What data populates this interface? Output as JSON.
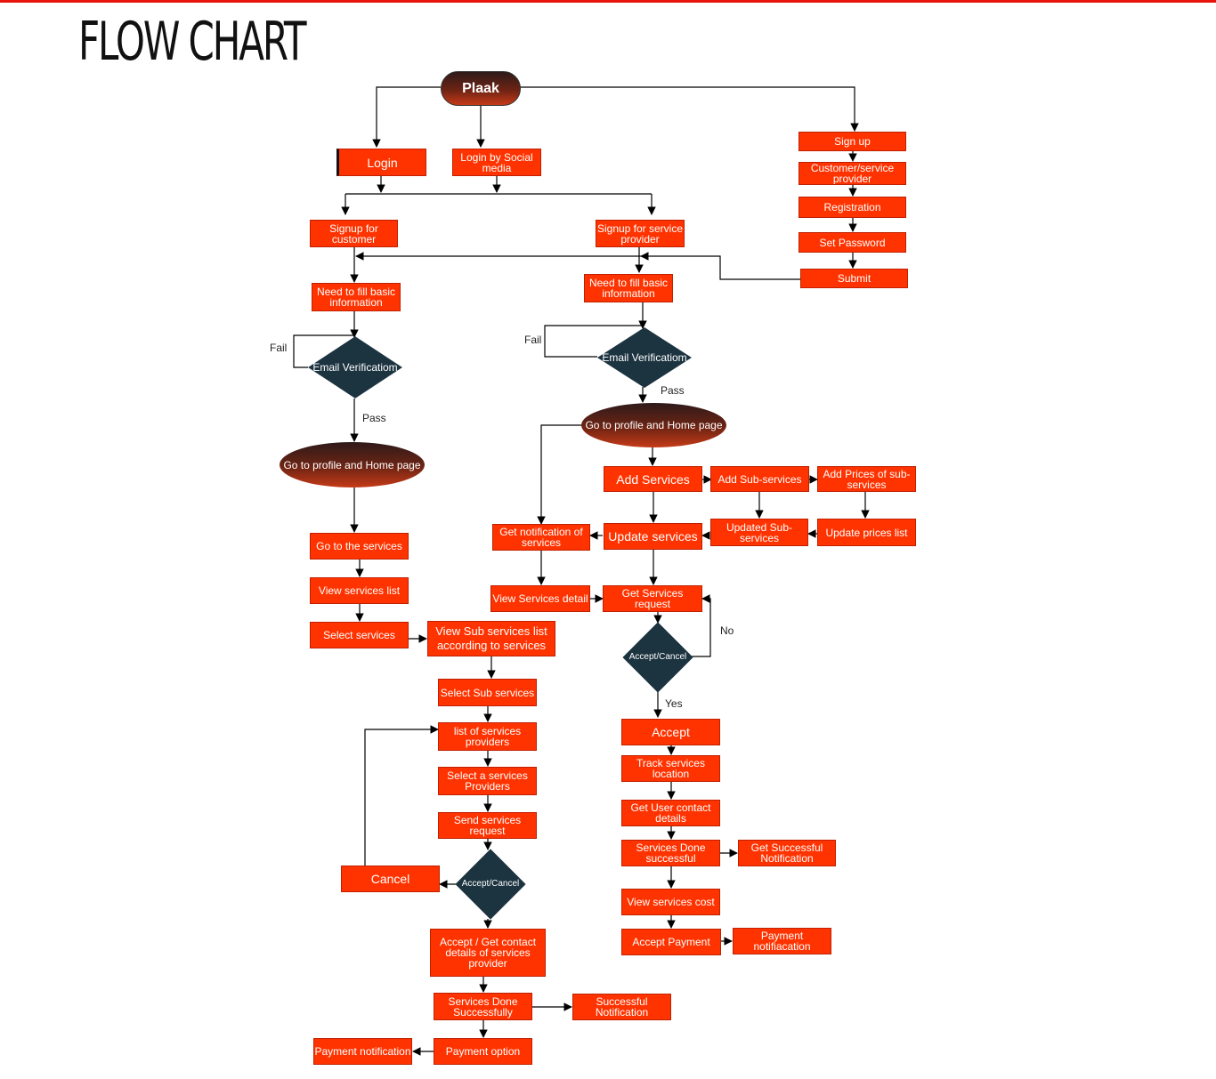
{
  "title": "FLOW CHART",
  "nodes": {
    "plaak": "Plaak",
    "login": "Login",
    "login_social": "Login by Social media",
    "sign_up": "Sign up",
    "customer_provider": "Customer/service provider",
    "registration": "Registration",
    "set_password": "Set Password",
    "submit": "Submit",
    "signup_customer": "Signup for customer",
    "signup_provider": "Signup for service provider",
    "basic_info_customer": "Need to fill basic information",
    "basic_info_provider": "Need to fill basic information",
    "email_verif_customer": "Email Verificatiom",
    "email_verif_provider": "Email Verificatiom",
    "home_customer": "Go to profile and Home page",
    "home_provider": "Go to profile and Home page",
    "go_services": "Go to the services",
    "view_services_list": "View services list",
    "select_services": "Select services",
    "view_sub_list": "View Sub services list according to services",
    "select_sub": "Select Sub services",
    "list_providers": "list of services providers",
    "select_provider": "Select a services Providers",
    "send_request": "Send services request",
    "accept_cancel_customer": "Accept/Cancel",
    "cancel": "Cancel",
    "accept_contact": "Accept / Get contact details of services provider",
    "done_customer": "Services Done Successfully",
    "successful_notification": "Successful Notification",
    "payment_option": "Payment option",
    "payment_notification_customer": "Payment notification",
    "add_services": "Add Services",
    "add_sub_services": "Add Sub-services",
    "add_prices": "Add Prices of sub-services",
    "update_services": "Update services",
    "updated_sub": "Updated Sub-services",
    "update_prices": "Update prices list",
    "get_notification": "Get notification of services",
    "view_services_detail": "View Services detail",
    "get_request": "Get Services request",
    "accept_cancel_provider": "Accept/Cancel",
    "accept": "Accept",
    "track_location": "Track services location",
    "get_user_contact": "Get User contact details",
    "done_provider": "Services Done successful",
    "get_successful_notification": "Get Successful Notification",
    "view_cost": "View services cost",
    "accept_payment": "Accept Payment",
    "payment_notification_provider": "Payment notifiacation"
  },
  "edge_labels": {
    "fail_customer": "Fail",
    "pass_customer": "Pass",
    "fail_provider": "Fail",
    "pass_provider": "Pass",
    "no": "No",
    "yes": "Yes"
  },
  "colors": {
    "box_fill": "#ff3300",
    "diamond_fill": "#1c3340",
    "accent_bar": "#e8140c"
  }
}
